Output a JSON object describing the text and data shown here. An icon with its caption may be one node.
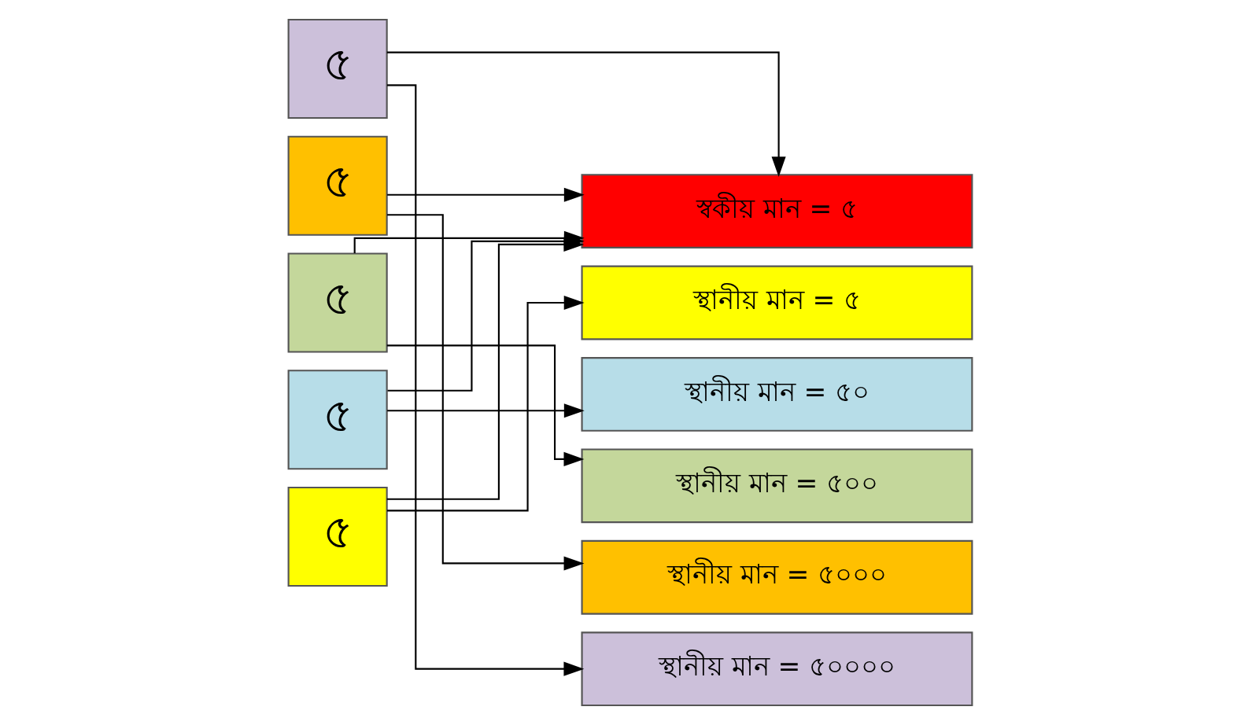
{
  "diagram": {
    "nodes": [
      {
        "text": [
          "৫"
        ]
      },
      {
        "text": [
          "৫"
        ]
      },
      {
        "text": [
          "৫"
        ]
      },
      {
        "text": [
          "৫"
        ]
      },
      {
        "text": [
          "৫"
        ]
      },
      {
        "text": [
          "স্বকীয় মান = ৫"
        ]
      },
      {
        "text": [
          "স্থানীয় মান = ৫"
        ]
      },
      {
        "text": [
          "স্থানীয় মান = ৫০"
        ]
      },
      {
        "text": [
          "স্থানীয় মান = ৫০০"
        ]
      },
      {
        "text": [
          "স্থানীয় মান = ৫০০০"
        ]
      },
      {
        "text": [
          "স্থানীয় মান = ৫০০০০"
        ]
      }
    ],
    "edges": [
      {
        "from": 0,
        "to": 5,
        "arrow": "to"
      },
      {
        "from": 1,
        "to": 5,
        "arrow": "to"
      },
      {
        "from": 2,
        "to": 5,
        "arrow": "to"
      },
      {
        "from": 3,
        "to": 5,
        "arrow": "to"
      },
      {
        "from": 4,
        "to": 5,
        "arrow": "to"
      },
      {
        "from": 4,
        "to": 6,
        "arrow": "to"
      },
      {
        "from": 3,
        "to": 7,
        "arrow": "to"
      },
      {
        "from": 2,
        "to": 8,
        "arrow": "to"
      },
      {
        "from": 1,
        "to": 9,
        "arrow": "to"
      },
      {
        "from": 0,
        "to": 10,
        "arrow": "to"
      }
    ]
  }
}
